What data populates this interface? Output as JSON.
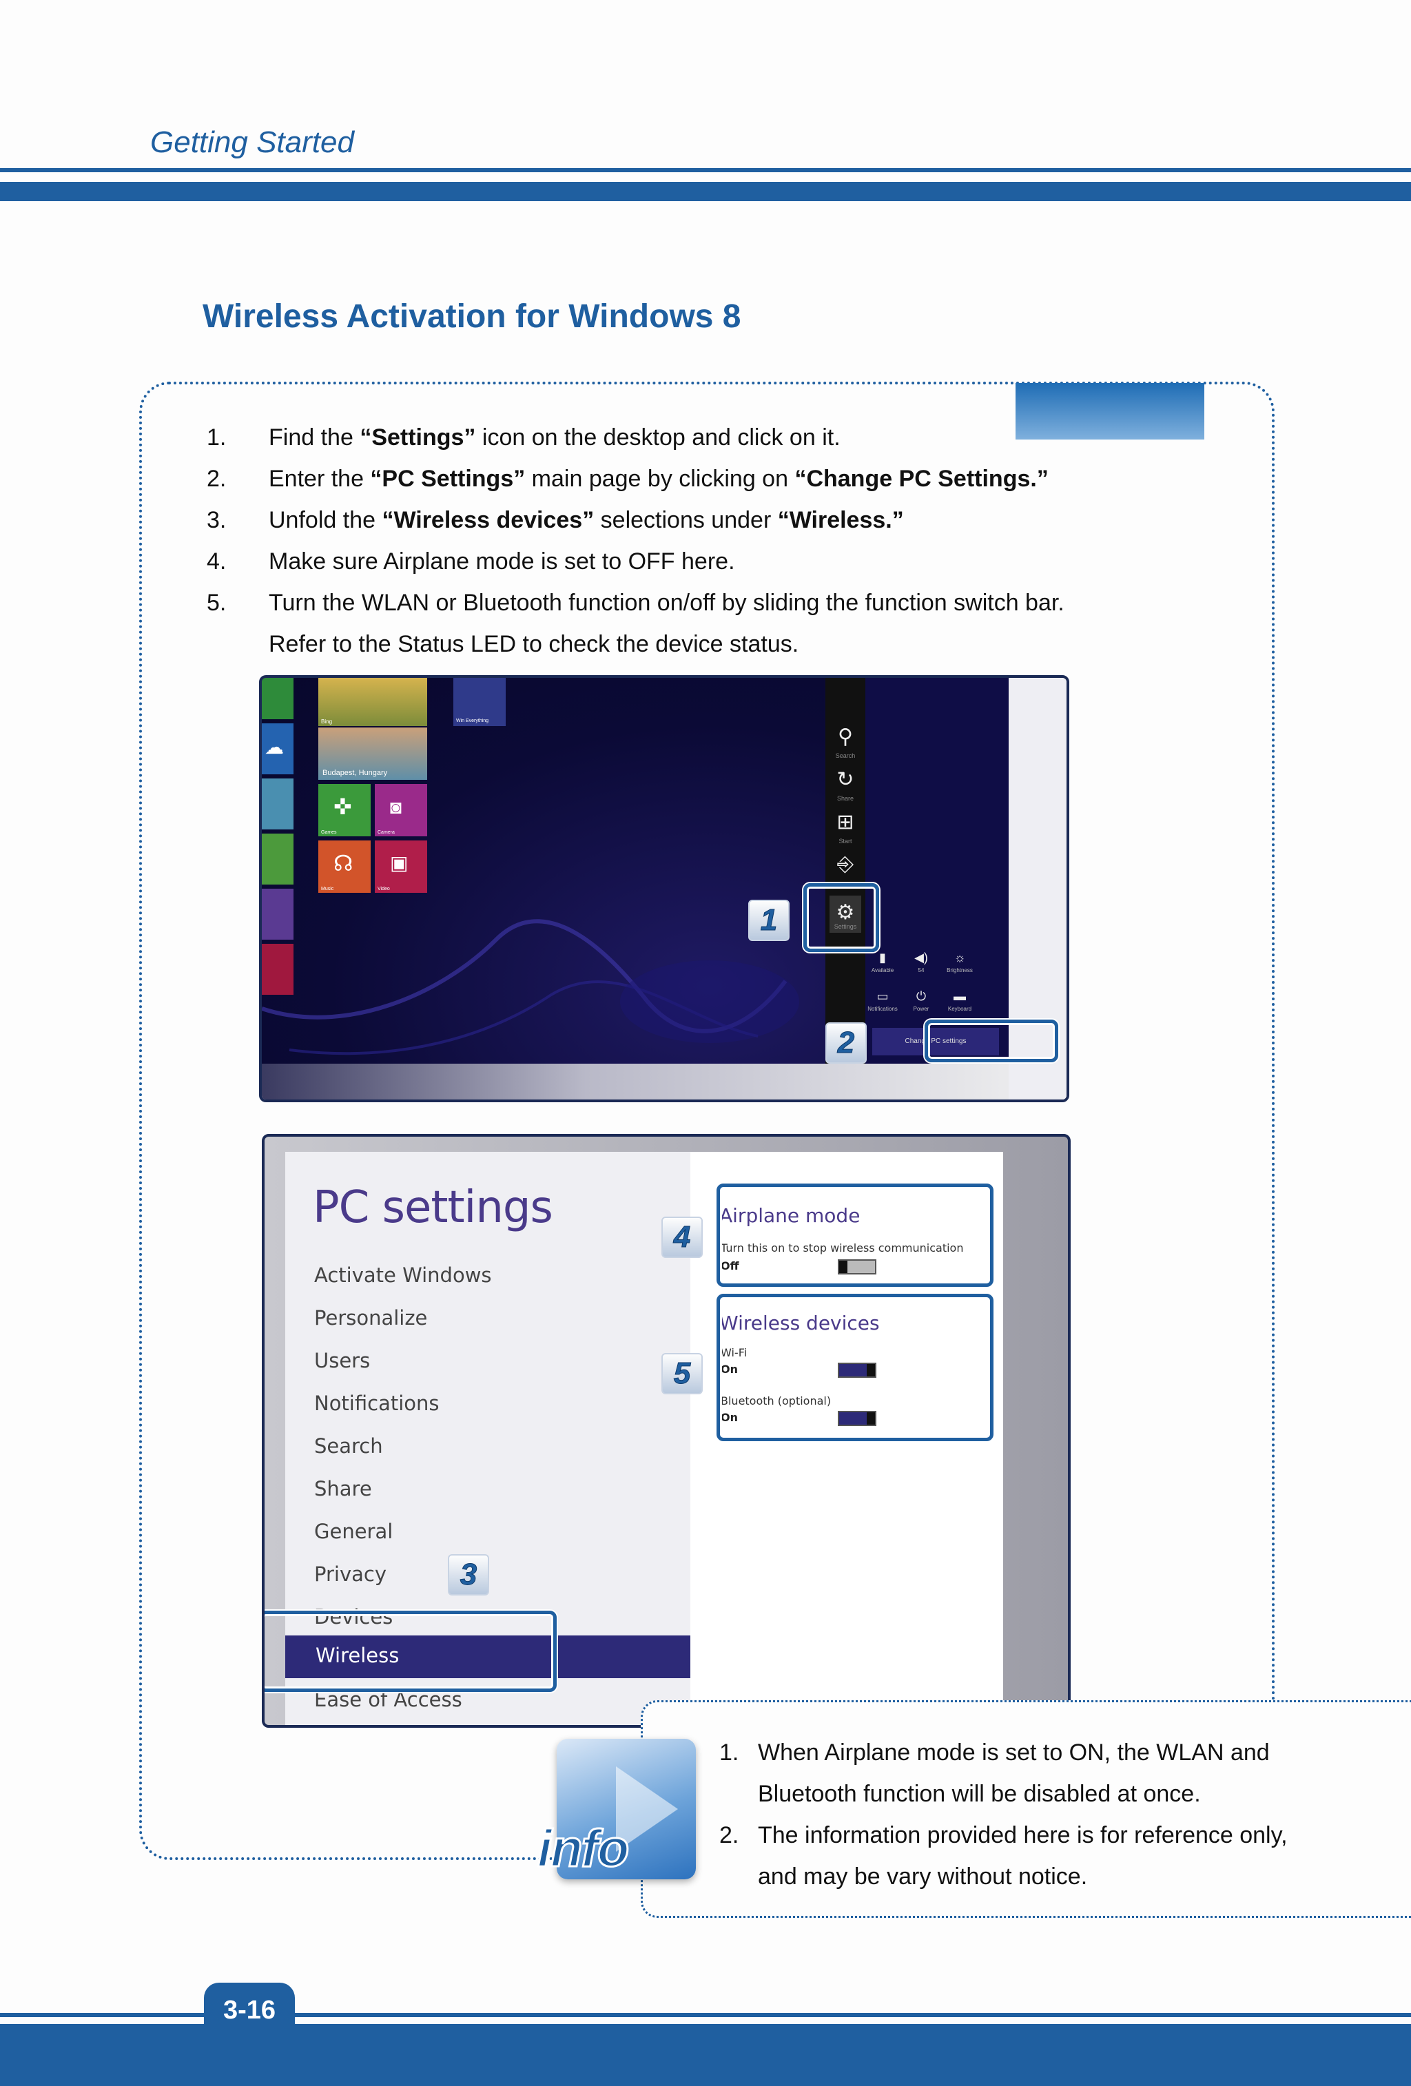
{
  "header": {
    "section": "Getting Started"
  },
  "title": "Wireless Activation for Windows 8",
  "steps": [
    {
      "num": "1.",
      "parts": [
        {
          "t": "Find the "
        },
        {
          "b": "“Settings”"
        },
        {
          "t": " icon on the desktop and click on it."
        }
      ]
    },
    {
      "num": "2.",
      "parts": [
        {
          "t": "Enter the "
        },
        {
          "b": "“PC Settings”"
        },
        {
          "t": " main page by clicking on "
        },
        {
          "b": "“Change PC Settings.”"
        }
      ]
    },
    {
      "num": "3.",
      "parts": [
        {
          "t": "Unfold the "
        },
        {
          "b": "“Wireless devices”"
        },
        {
          "t": " selections under "
        },
        {
          "b": "“Wireless.”"
        }
      ]
    },
    {
      "num": "4.",
      "parts": [
        {
          "t": "Make sure Airplane mode is set to OFF here."
        }
      ]
    },
    {
      "num": "5.",
      "parts": [
        {
          "t": "Turn the WLAN or Bluetooth function on/off by sliding the function switch bar."
        }
      ]
    },
    {
      "num": "",
      "parts": [
        {
          "t": "Refer to the Status LED to check the device status."
        }
      ]
    }
  ],
  "screenshot1": {
    "tiles": {
      "budapest": "Budapest, Hungary",
      "games": "Games",
      "camera": "Camera",
      "music": "Music",
      "video": "Video",
      "store": "Win Everything",
      "bing": "Bing"
    },
    "charms": {
      "search": "Search",
      "share": "Share",
      "start": "Start",
      "devices": "Devices",
      "settings": "Settings"
    },
    "settings_panel": {
      "available": "Available",
      "volume": "54",
      "brightness": "Brightness",
      "notifications": "Notifications",
      "power": "Power",
      "keyboard": "Keyboard",
      "change": "Change PC settings"
    },
    "badge1": "1",
    "badge2": "2"
  },
  "screenshot2": {
    "title": "PC settings",
    "menu": [
      "Activate Windows",
      "Personalize",
      "Users",
      "Notifications",
      "Search",
      "Share",
      "General",
      "Privacy",
      "Devices"
    ],
    "selected": "Wireless",
    "after": "Ease of Access",
    "airplane": {
      "heading": "Airplane mode",
      "desc": "Turn this on to stop wireless communication",
      "state": "Off"
    },
    "wireless": {
      "heading": "Wireless devices",
      "wifi_label": "Wi-Fi",
      "wifi_state": "On",
      "bt_label": "Bluetooth (optional)",
      "bt_state": "On"
    },
    "badge3": "3",
    "badge4": "4",
    "badge5": "5"
  },
  "info": {
    "icon_word": "info",
    "notes": [
      {
        "num": "1.",
        "line1": "When Airplane mode is set to ON, the WLAN and",
        "line2": "Bluetooth function will be disabled at once."
      },
      {
        "num": "2.",
        "line1": "The information provided here is for reference only,",
        "line2": "and may be vary without notice."
      }
    ]
  },
  "footer": {
    "page": "3-16"
  }
}
